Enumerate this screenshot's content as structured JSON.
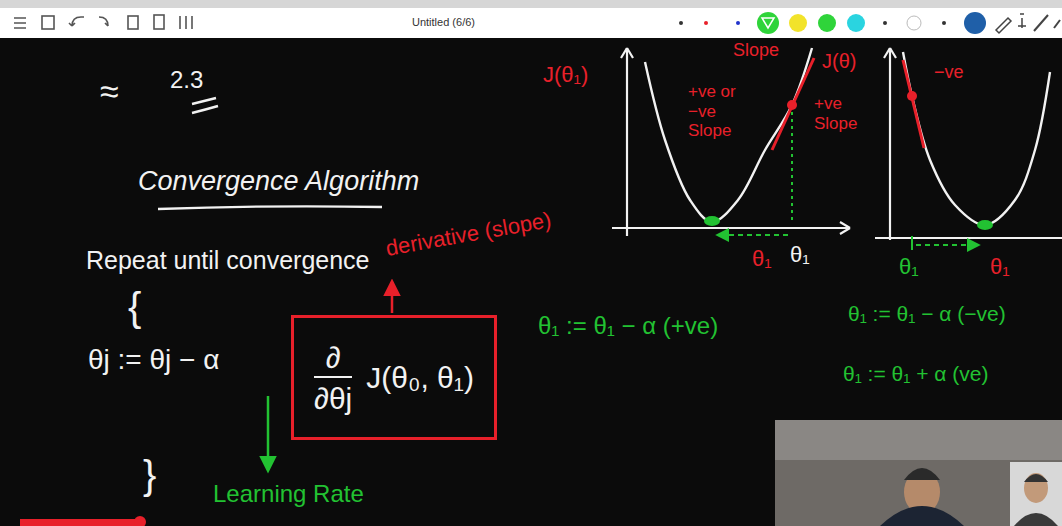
{
  "diagram": {
    "title": "Convergence Algorithm",
    "nodes": [
      {
        "text": [
          "∂",
          "∂θj",
          "J(θ₀, θ₁)"
        ]
      }
    ],
    "labels": [
      "Untitled (6/6)",
      "≈",
      "2.3",
      "Repeat until convergence",
      "{",
      "θj := θj − α",
      "derivative (slope)",
      "}",
      "Learning Rate",
      "J(θ₁)",
      "Slope",
      "+ve or −ve Slope",
      "+ve Slope",
      "J(θ)",
      "−ve",
      "θ₁",
      "θ₁",
      "θ₁",
      "θ₁",
      "θ₁ := θ₁ − α (+ve)",
      "θ₁ := θ₁ − α (−ve)",
      "θ₁ := θ₁ + α (ve)"
    ]
  }
}
